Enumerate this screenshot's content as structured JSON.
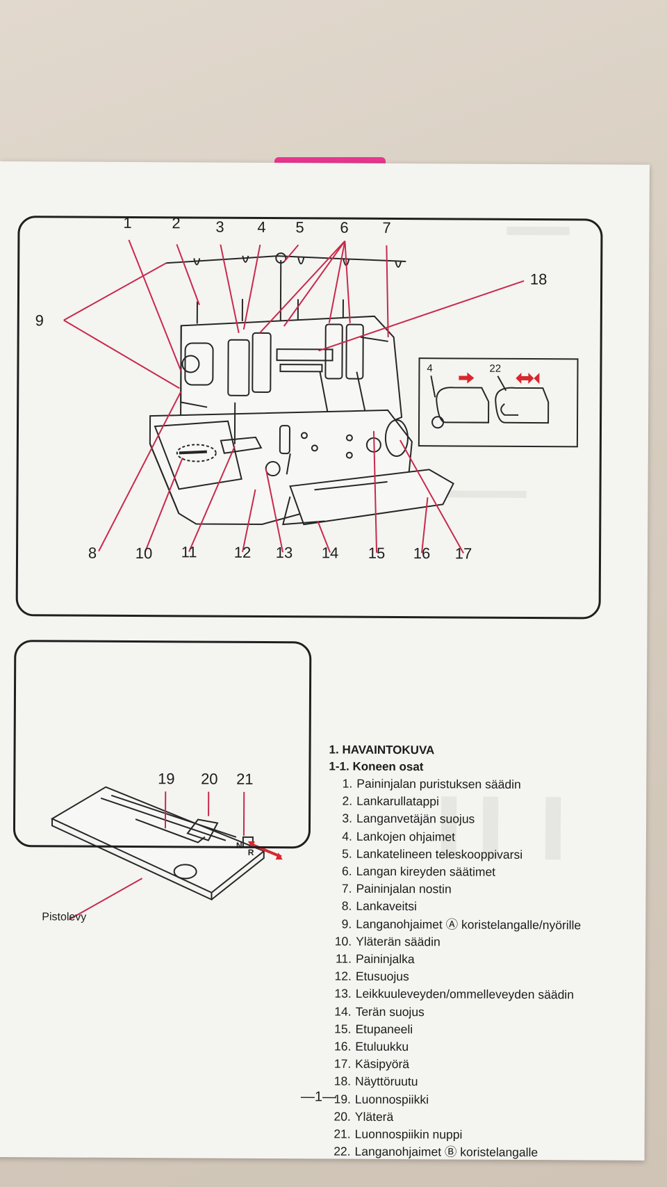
{
  "diagram_numbers": [
    "1",
    "2",
    "3",
    "4",
    "5",
    "6",
    "7",
    "8",
    "9",
    "10",
    "11",
    "12",
    "13",
    "14",
    "15",
    "16",
    "17",
    "18"
  ],
  "inset_numbers": [
    "4",
    "22"
  ],
  "plate_numbers": [
    "19",
    "20",
    "21"
  ],
  "plate_label": "Pistolevy",
  "plate_marks": [
    "N",
    "R"
  ],
  "section_title": "1. HAVAINTOKUVA",
  "subsection_title": "1-1. Koneen osat",
  "parts": [
    {
      "n": "1.",
      "label": "Paininjalan puristuksen säädin"
    },
    {
      "n": "2.",
      "label": "Lankarullatappi"
    },
    {
      "n": "3.",
      "label": "Langanvetäjän suojus"
    },
    {
      "n": "4.",
      "label": "Lankojen ohjaimet"
    },
    {
      "n": "5.",
      "label": "Lankatelineen teleskooppivarsi"
    },
    {
      "n": "6.",
      "label": "Langan kireyden säätimet"
    },
    {
      "n": "7.",
      "label": "Paininjalan nostin"
    },
    {
      "n": "8.",
      "label": "Lankaveitsi"
    },
    {
      "n": "9.",
      "label": "Langanohjaimet Ⓐ koristelangalle/nyörille"
    },
    {
      "n": "10.",
      "label": "Yläterän säädin"
    },
    {
      "n": "11.",
      "label": "Paininjalka"
    },
    {
      "n": "12.",
      "label": "Etusuojus"
    },
    {
      "n": "13.",
      "label": "Leikkuuleveyden/ommelleveyden säädin"
    },
    {
      "n": "14.",
      "label": "Terän suojus"
    },
    {
      "n": "15.",
      "label": "Etupaneeli"
    },
    {
      "n": "16.",
      "label": "Etuluukku"
    },
    {
      "n": "17.",
      "label": "Käsipyörä"
    },
    {
      "n": "18.",
      "label": "Näyttöruutu"
    },
    {
      "n": "19.",
      "label": "Luonnospiikki"
    },
    {
      "n": "20.",
      "label": "Yläterä"
    },
    {
      "n": "21.",
      "label": "Luonnospiikin nuppi"
    },
    {
      "n": "22.",
      "label": "Langanohjaimet Ⓑ koristelangalle"
    }
  ],
  "page_number": "—1—",
  "colors": {
    "leader": "#c8294a",
    "ink": "#1f1f1f",
    "paper": "#f4f4f1"
  }
}
